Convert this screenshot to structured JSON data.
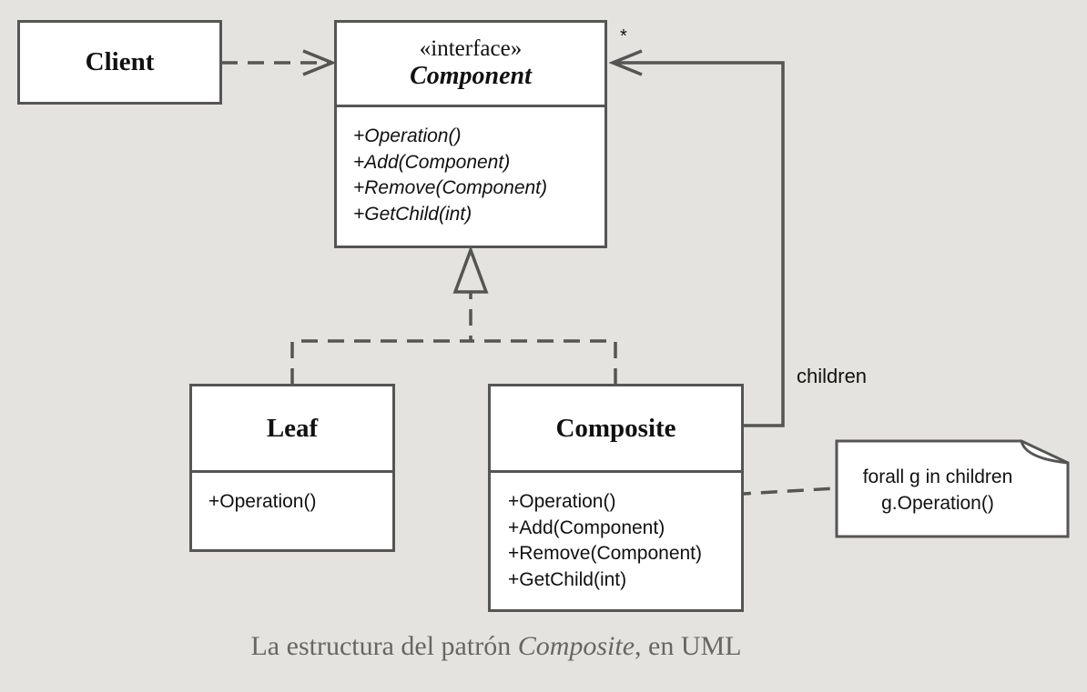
{
  "client": {
    "name": "Client"
  },
  "component": {
    "stereotype": "«interface»",
    "name": "Component",
    "operations": [
      "+Operation()",
      "+Add(Component)",
      "+Remove(Component)",
      "+GetChild(int)"
    ]
  },
  "leaf": {
    "name": "Leaf",
    "operations": [
      "+Operation()"
    ]
  },
  "composite": {
    "name": "Composite",
    "operations": [
      "+Operation()",
      "+Add(Component)",
      "+Remove(Component)",
      "+GetChild(int)"
    ]
  },
  "association": {
    "role": "children",
    "multiplicity": "*"
  },
  "note": {
    "lines": [
      "forall g in children",
      "g.Operation()"
    ]
  },
  "caption": {
    "before": "La estructura del patrón ",
    "emphasis": "Composite",
    "after": ", en UML"
  }
}
